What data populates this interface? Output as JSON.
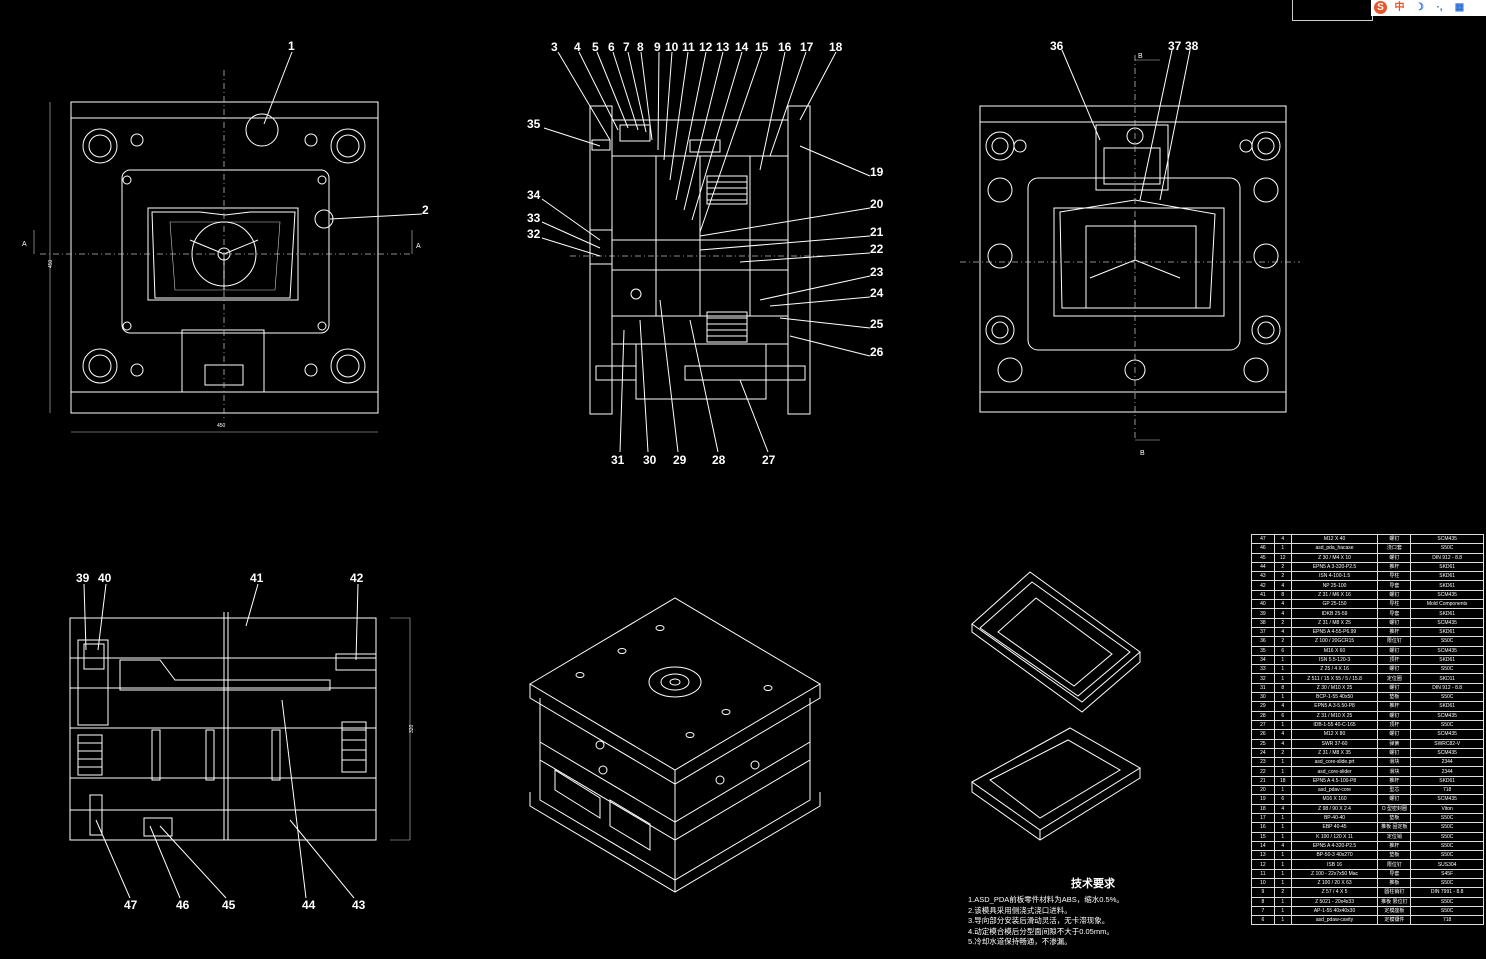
{
  "section_marks": {
    "a_left": "A",
    "a_right": "A",
    "b_top": "B",
    "b_bottom": "B"
  },
  "dimensions": {
    "plan_width": "450",
    "plan_height": "450",
    "section_height": "320"
  },
  "top_view_callouts": [
    "1",
    "2"
  ],
  "section_aa_callouts_top": [
    "3",
    "4",
    "5",
    "6",
    "7",
    "8",
    "9",
    "10",
    "11",
    "12",
    "13",
    "14",
    "15",
    "16",
    "17",
    "18"
  ],
  "section_aa_callouts_right": [
    "19",
    "20",
    "21",
    "22",
    "23",
    "24",
    "25",
    "26"
  ],
  "section_aa_callouts_bottom": [
    "31",
    "30",
    "29",
    "28",
    "27"
  ],
  "section_aa_callouts_left": [
    "35",
    "34",
    "33",
    "32"
  ],
  "bottom_view_callouts": [
    "36",
    "37",
    "38"
  ],
  "section_bb_callouts_top": [
    "39",
    "40",
    "41",
    "42"
  ],
  "section_bb_callouts_bottom": [
    "47",
    "46",
    "45",
    "44",
    "43"
  ],
  "tech_requirements": {
    "title": "技术要求",
    "items": [
      "1.ASD_PDA前板零件材料为ABS，缩水0.5%。",
      "2.该模具采用侧浇式浇口进料。",
      "3.导向部分安装后滑动灵活，无卡滞现象。",
      "4.动定模合模后分型面间隙不大于0.05mm。",
      "5.冷却水道保持畅通，不渗漏。"
    ]
  },
  "bom": [
    [
      "47",
      "4",
      "M12 X 40",
      "螺钉",
      "SCM435"
    ],
    [
      "46",
      "1",
      "asd_pda_hacase",
      "浇口套",
      "S50C"
    ],
    [
      "45",
      "12",
      "Z 30 / M4 X 10",
      "螺钉",
      "DIN 912 - 8.8"
    ],
    [
      "44",
      "2",
      "EPN5 A 3-320-P2.5",
      "推杆",
      "SKD61"
    ],
    [
      "43",
      "2",
      "ISN 4-100-1.5",
      "导柱",
      "SKD61"
    ],
    [
      "42",
      "4",
      "NP 25-100",
      "导套",
      "SKD61"
    ],
    [
      "41",
      "8",
      "Z 31 / M6 X 16",
      "螺钉",
      "SCM435"
    ],
    [
      "40",
      "4",
      "GP 25-150",
      "导柱",
      "Mold Components"
    ],
    [
      "39",
      "4",
      "IDKB 25-59",
      "导套",
      "SKD61"
    ],
    [
      "38",
      "2",
      "Z 31 / M8 X 25",
      "螺钉",
      "SCM435"
    ],
    [
      "37",
      "4",
      "EPN5 A 4-55-P6.99",
      "推杆",
      "SKD61"
    ],
    [
      "36",
      "2",
      "Z 100 / 20GCR15",
      "限位钉",
      "S50C"
    ],
    [
      "35",
      "6",
      "M16 X 60",
      "螺钉",
      "SCM435"
    ],
    [
      "34",
      "1",
      "ISN 5.5-120-3",
      "顶杆",
      "SKD61"
    ],
    [
      "33",
      "1",
      "Z 25 / 4 X 16",
      "螺钉",
      "S50C"
    ],
    [
      "32",
      "1",
      "Z 511 / 15 X 55 / 5 / 15.8",
      "定位圈",
      "SKD11"
    ],
    [
      "31",
      "8",
      "Z 30 / M10 X 25",
      "螺钉",
      "DIN 912 - 8.8"
    ],
    [
      "30",
      "1",
      "BCP-1-55 40x50",
      "垫板",
      "S50C"
    ],
    [
      "29",
      "4",
      "EPN5 A 3-5.50-P8",
      "推杆",
      "SKD61"
    ],
    [
      "28",
      "6",
      "Z 31 / M10 X 25",
      "螺钉",
      "SCM435"
    ],
    [
      "27",
      "1",
      "IDB-1-55 40-C-165",
      "顶杆",
      "S50C"
    ],
    [
      "26",
      "4",
      "M12 X 80",
      "螺钉",
      "SCM435"
    ],
    [
      "25",
      "4",
      "SWR 37-60",
      "弹簧",
      "SWRC82-V"
    ],
    [
      "24",
      "2",
      "Z 31 / M8 X 35",
      "螺钉",
      "SCM435"
    ],
    [
      "23",
      "1",
      "asd_core-slide.prt",
      "滑块",
      "2344"
    ],
    [
      "22",
      "1",
      "asd_core-slider",
      "滑块",
      "2344"
    ],
    [
      "21",
      "18",
      "EPN5 A 4.5-100-P8",
      "推杆",
      "SKD61"
    ],
    [
      "20",
      "1",
      "asd_pdav-core",
      "型芯",
      "718"
    ],
    [
      "19",
      "6",
      "M16 X 160",
      "螺钉",
      "SCM435"
    ],
    [
      "18",
      "4",
      "Z 98 / 90 X 2.4",
      "O 型密封圈",
      "Viton"
    ],
    [
      "17",
      "1",
      "BP-40-40",
      "垫板",
      "S50C"
    ],
    [
      "16",
      "1",
      "EBP 40-45",
      "推板 固定板",
      "S50C"
    ],
    [
      "15",
      "1",
      "K 100 / 120 X 11",
      "定位销",
      "S50C"
    ],
    [
      "14",
      "4",
      "EPN5 A 4-320-P2.5",
      "推杆",
      "S50C"
    ],
    [
      "13",
      "1",
      "BP-50-3 40x270",
      "垫板",
      "S50C"
    ],
    [
      "12",
      "1",
      "ISB 16",
      "限位钉",
      "SUS304"
    ],
    [
      "11",
      "1",
      "Z 100 - 22x7x50 Mac",
      "导套",
      "S45F"
    ],
    [
      "10",
      "1",
      "Z 100 / 20 X 63",
      "推板",
      "S50C"
    ],
    [
      "9",
      "2",
      "Z 57 / 4 X 5",
      "圆柱销钉",
      "DIN 7991 - 8.8"
    ],
    [
      "8",
      "1",
      "Z 5021 - 20x4x33",
      "推板 限位钉",
      "S50C"
    ],
    [
      "7",
      "1",
      "AP-1-55 40x40x30",
      "定模座板",
      "S50C"
    ],
    [
      "6",
      "1",
      "asd_pdaw-cavity",
      "定模镶件",
      "718"
    ]
  ],
  "toolbar": {
    "app_icon": "S",
    "lang_zh": "中",
    "moon": "☽",
    "dot": "·,",
    "keyboard": "▦"
  },
  "colors": {
    "background": "#000000",
    "lines": "#ffffff",
    "leader": "#ffff66"
  }
}
